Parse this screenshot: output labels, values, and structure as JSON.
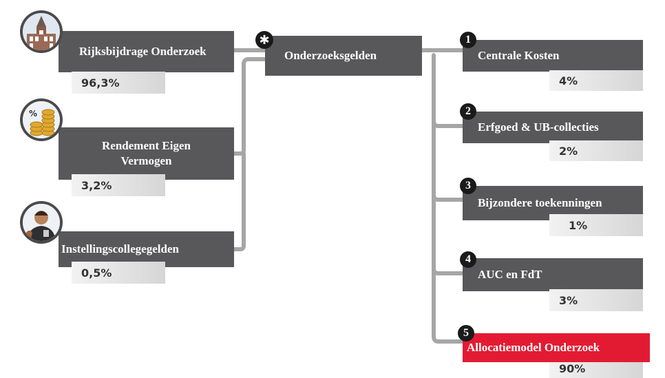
{
  "sources": [
    {
      "label": "Rijksbijdrage Onderzoek",
      "percent": "96,3%",
      "icon": "building-icon"
    },
    {
      "label": "Rendement Eigen Vermogen",
      "percent": "3,2%",
      "icon": "coins-icon"
    },
    {
      "label": "Instellingscollegegelden",
      "percent": "0,5%",
      "icon": "student-icon"
    }
  ],
  "center": {
    "label": "Onderzoeksgelden",
    "marker": "✱"
  },
  "destinations": [
    {
      "number": "1",
      "label": "Centrale Kosten",
      "percent": "4%"
    },
    {
      "number": "2",
      "label": "Erfgoed & UB-collecties",
      "percent": "2%"
    },
    {
      "number": "3",
      "label": "Bijzondere toekenningen",
      "percent": "1%"
    },
    {
      "number": "4",
      "label": "AUC en FdT",
      "percent": "3%"
    },
    {
      "number": "5",
      "label": "Allocatiemodel Onderzoek",
      "percent": "90%",
      "highlight": true
    }
  ],
  "colors": {
    "box": "#58585a",
    "highlight": "#e31b32",
    "connector": "#a6a6a6",
    "badge": "#1a1a1a"
  }
}
